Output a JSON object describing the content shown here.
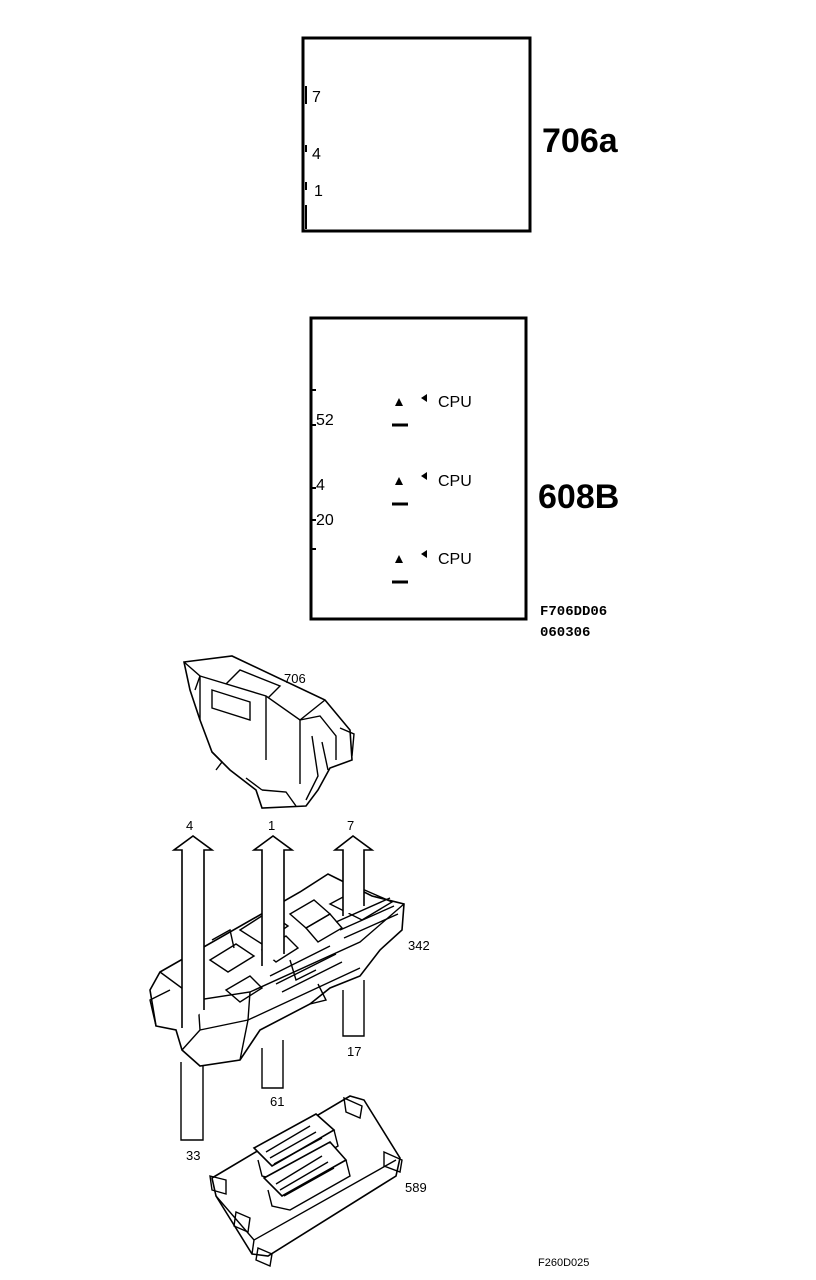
{
  "box_706a": {
    "title": "706a",
    "pins": [
      "7",
      "4",
      "1"
    ]
  },
  "box_608B": {
    "title": "608B",
    "pins": [
      "52",
      "4",
      "20"
    ],
    "cpu_labels": [
      "CPU",
      "CPU",
      "CPU"
    ],
    "ref_code": "F706DD06",
    "ref_date": "060306"
  },
  "exploded_view": {
    "relay_label": "706",
    "fusebox_label": "342",
    "module_label": "589",
    "arrows_up": [
      "4",
      "1",
      "7"
    ],
    "arrows_down": [
      "33",
      "61",
      "17"
    ],
    "figure_code": "F260D025"
  }
}
